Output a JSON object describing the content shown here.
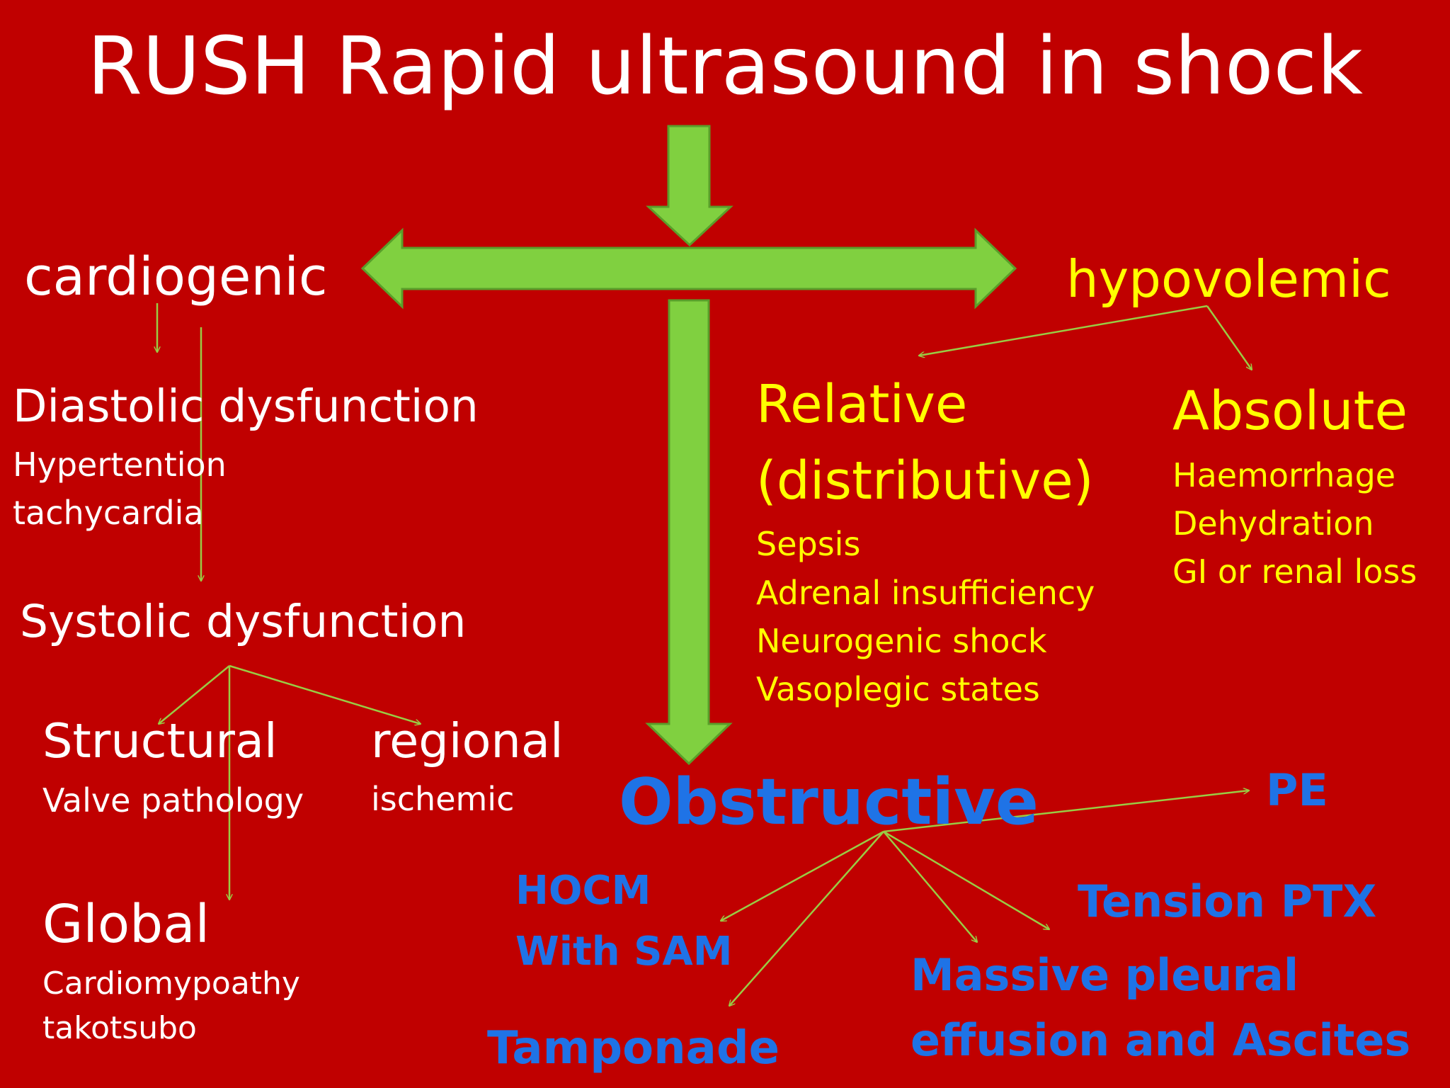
{
  "title": "RUSH Rapid ultrasound in shock",
  "colors": {
    "background": "#c00000",
    "arrow_fill": "#80d040",
    "arrow_stroke": "#5a9e2a",
    "connector": "#99cc44",
    "text_primary": "#ffffff",
    "text_hypovolemic": "#ffff00",
    "text_obstructive": "#1f73e6"
  },
  "cardiogenic": {
    "label": "cardiogenic",
    "diastolic": {
      "label": "Diastolic dysfunction",
      "items": [
        "Hypertention",
        "tachycardia"
      ]
    },
    "systolic": {
      "label": "Systolic dysfunction",
      "structural": {
        "label": "Structural",
        "items": [
          "Valve pathology"
        ]
      },
      "regional": {
        "label": "regional",
        "items": [
          "ischemic"
        ]
      },
      "global": {
        "label": "Global",
        "items": [
          "Cardiomypoathy",
          "takotsubo"
        ]
      }
    }
  },
  "hypovolemic": {
    "label": "hypovolemic",
    "relative": {
      "label": [
        "Relative",
        "(distributive)"
      ],
      "items": [
        "Sepsis",
        "Adrenal insufficiency",
        "Neurogenic shock",
        "Vasoplegic states"
      ]
    },
    "absolute": {
      "label": "Absolute",
      "items": [
        "Haemorrhage",
        "Dehydration",
        "GI or renal loss"
      ]
    }
  },
  "obstructive": {
    "label": "Obstructive",
    "pe": "PE",
    "hocm": [
      "HOCM",
      "With SAM"
    ],
    "tension_ptx": "Tension PTX",
    "pleural": [
      "Massive pleural",
      "effusion and Ascites"
    ],
    "tamponade": "Tamponade"
  }
}
